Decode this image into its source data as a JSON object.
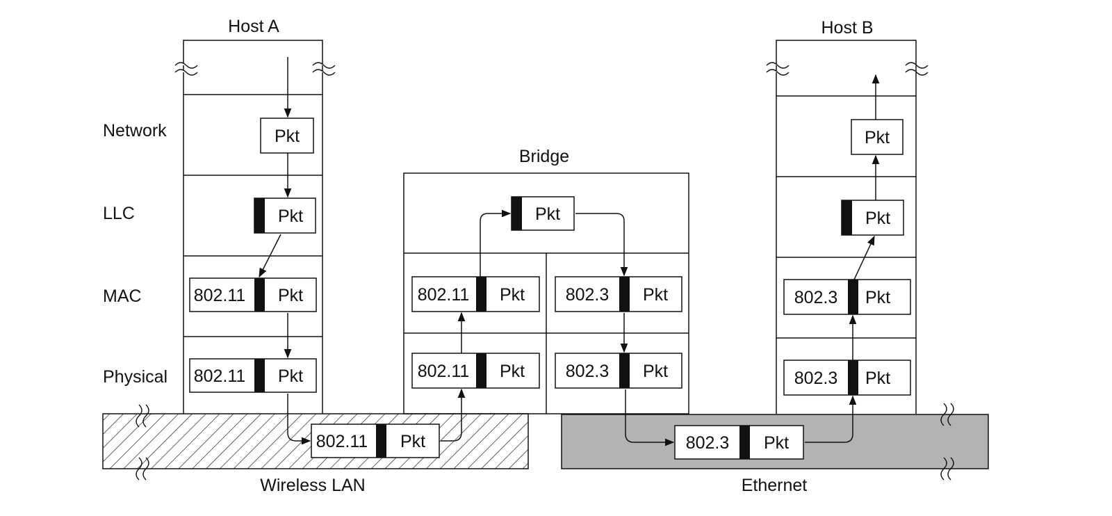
{
  "hosts": {
    "host_a": {
      "title": "Host A"
    },
    "host_b": {
      "title": "Host B"
    },
    "bridge": {
      "title": "Bridge"
    }
  },
  "layers": [
    "Network",
    "LLC",
    "MAC",
    "Physical"
  ],
  "media": {
    "wireless": {
      "label": "Wireless LAN"
    },
    "ethernet": {
      "label": "Ethernet",
      "fill": "#b3b3b3"
    }
  },
  "frames": {
    "pkt": "Pkt",
    "wifi": "802.11",
    "ether": "802.3"
  },
  "colors": {
    "line": "#111111",
    "header": "#111111",
    "ethernet_fill": "#b3b3b3"
  }
}
